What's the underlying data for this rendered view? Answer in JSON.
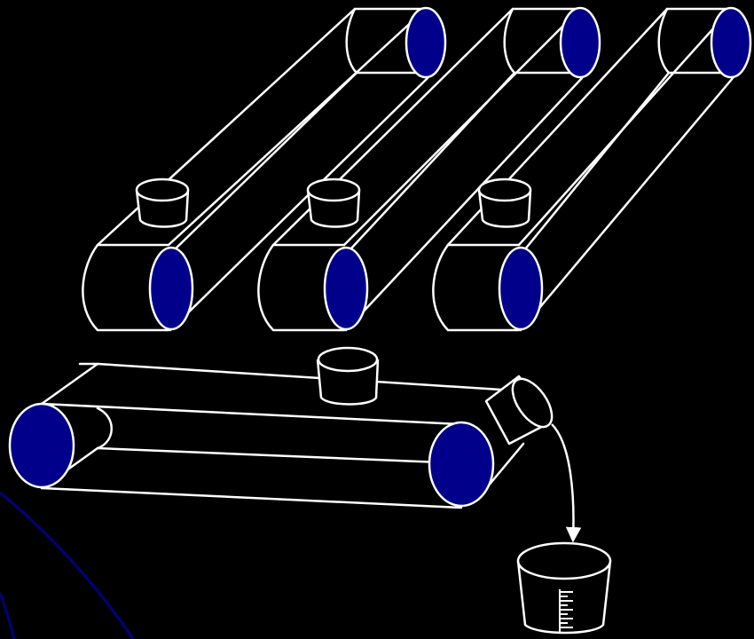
{
  "colors": {
    "background": "#000000",
    "outline": "#ffffff",
    "roller_fill": "#00008b",
    "edge_arc": "#000080"
  },
  "objects": {
    "upper_belts_count": 3,
    "lower_belt": "horizontal-conveyor-with-spout",
    "collector": "measuring-beaker"
  }
}
